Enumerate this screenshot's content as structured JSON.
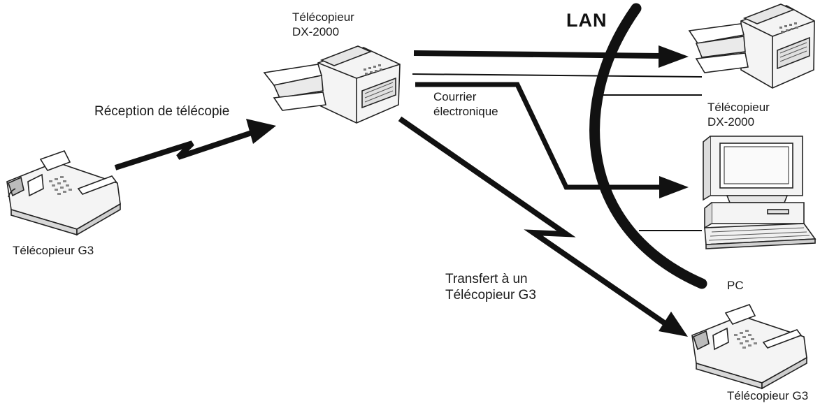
{
  "labels": {
    "lan": "LAN",
    "dx_top_line1": "Télécopieur",
    "dx_top_line2": "DX-2000",
    "reception": "Réception de télécopie",
    "g3_left": "Télécopieur G3",
    "courrier_line1": "Courrier",
    "courrier_line2": "électronique",
    "dx_right_line1": "Télécopieur",
    "dx_right_line2": "DX-2000",
    "pc": "PC",
    "transfert_line1": "Transfert à un",
    "transfert_line2": "Télécopieur G3",
    "g3_bottom": "Télécopieur G3"
  },
  "colors": {
    "ink": "#111111",
    "device_fill": "#f4f4f4",
    "device_stroke": "#222222"
  }
}
